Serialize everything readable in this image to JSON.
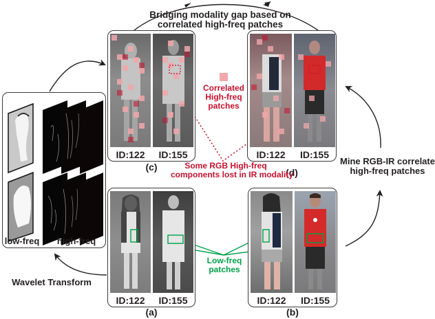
{
  "title": {
    "line1": "Bridging modality gap based on",
    "line2": "correlated high-freq patches"
  },
  "wavelet": {
    "label": "Wavelet Transform",
    "low_freq_label": "low-freq",
    "high_freq_label": "high-freq"
  },
  "mine": {
    "line1": "Mine RGB-IR correlated",
    "line2": "high-freq patches"
  },
  "legend": {
    "correlated_line1": "Correlated",
    "correlated_line2": "High-freq",
    "correlated_line3": "patches",
    "swatch_color": "#f2a7ab"
  },
  "lost_note": {
    "line1": "Some RGB High-freq",
    "line2": "components lost in IR modality"
  },
  "lowfreq_note": {
    "line1": "Low-freq",
    "line2": "patches"
  },
  "panels": {
    "a": {
      "caption": "(a)",
      "ids": [
        "ID:122",
        "ID:155"
      ],
      "modality": "IR"
    },
    "b": {
      "caption": "(b)",
      "ids": [
        "ID:122",
        "ID:155"
      ],
      "modality": "RGB"
    },
    "c": {
      "caption": "(c)",
      "ids": [
        "ID:122",
        "ID:155"
      ],
      "modality": "IR with high-freq patches"
    },
    "d": {
      "caption": "(d)",
      "ids": [
        "ID:122",
        "ID:155"
      ],
      "modality": "RGB with high-freq patches"
    }
  },
  "colors": {
    "red_text": "#c8102e",
    "green": "#00a14b",
    "dark": "#231f20",
    "patch": "#f2a7ab"
  }
}
